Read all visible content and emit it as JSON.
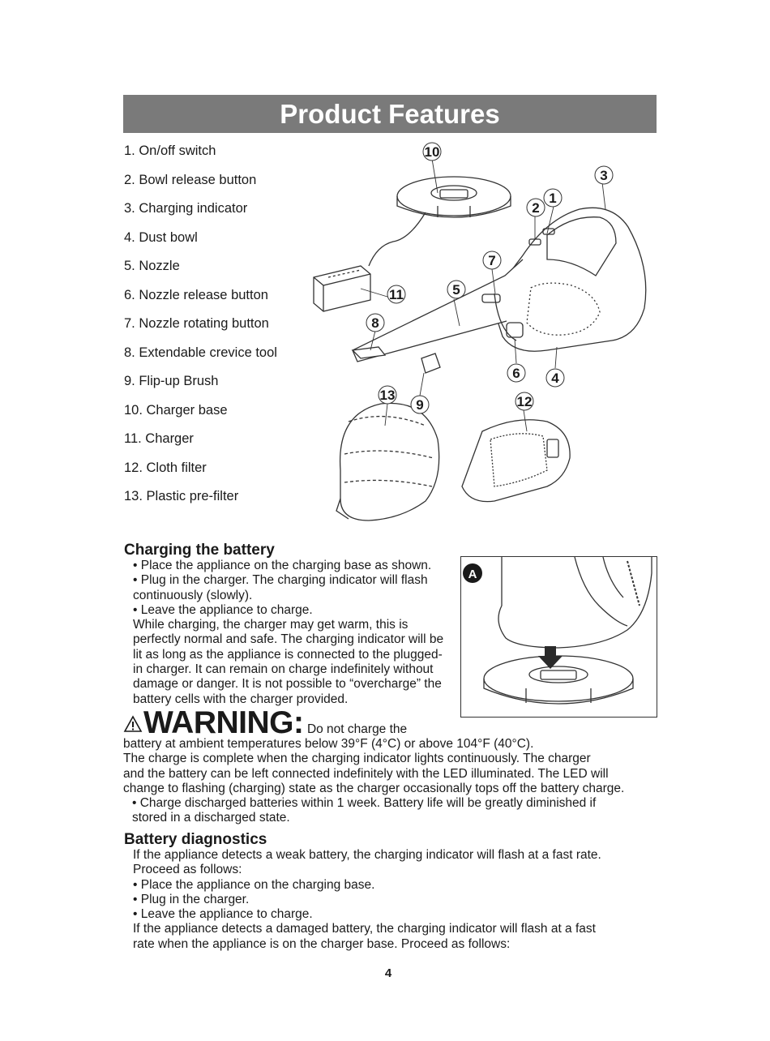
{
  "header": {
    "title": "Product Features"
  },
  "features": [
    "1. On/off switch",
    "2. Bowl release button",
    "3. Charging indicator",
    "4. Dust bowl",
    "5. Nozzle",
    "6. Nozzle release button",
    "7. Nozzle rotating button",
    "8. Extendable crevice tool",
    "9. Flip-up Brush",
    "10. Charger base",
    "11. Charger",
    "12. Cloth filter",
    "13. Plastic pre-filter"
  ],
  "callouts": {
    "c1": "1",
    "c2": "2",
    "c3": "3",
    "c4": "4",
    "c5": "5",
    "c6": "6",
    "c7": "7",
    "c8": "8",
    "c9": "9",
    "c10": "10",
    "c11": "11",
    "c12": "12",
    "c13": "13"
  },
  "charging": {
    "heading": "Charging the battery",
    "lines": [
      "• Place the appliance on the charging base as shown.",
      "• Plug in the charger. The charging indicator will flash",
      "continuously (slowly).",
      "• Leave the appliance to charge.",
      "While charging, the charger may get warm, this is",
      "perfectly normal and safe. The charging indicator will be",
      "lit as long as the appliance is connected to the plugged-",
      "in charger. It can remain on charge indefinitely without",
      "damage or danger. It is not possible to “overcharge” the",
      "battery cells with the charger provided."
    ],
    "figure_label": "A"
  },
  "warning": {
    "word": "WARNING:",
    "first": "Do not charge the",
    "lines": [
      "battery at ambient temperatures below 39°F (4°C) or above 104°F (40°C).",
      "The charge is complete when the charging indicator lights continuously. The charger",
      "and the battery can be left connected indefinitely with the LED illuminated. The LED will",
      "change to flashing (charging) state as the charger occasionally tops off the battery charge."
    ],
    "bullet_lines": [
      "• Charge discharged batteries within 1 week. Battery life will be greatly diminished if",
      "stored in a discharged state."
    ]
  },
  "diagnostics": {
    "heading": "Battery diagnostics",
    "lines": [
      "If the appliance detects a weak battery, the charging indicator will flash at a fast rate.",
      "Proceed as follows:",
      "• Place the appliance on the charging base.",
      "• Plug in the charger.",
      "• Leave the appliance to charge.",
      "If the appliance detects a damaged battery, the charging indicator will flash at a fast",
      "rate when the appliance is on the charger base. Proceed as follows:"
    ]
  },
  "footer": {
    "page": "4"
  }
}
